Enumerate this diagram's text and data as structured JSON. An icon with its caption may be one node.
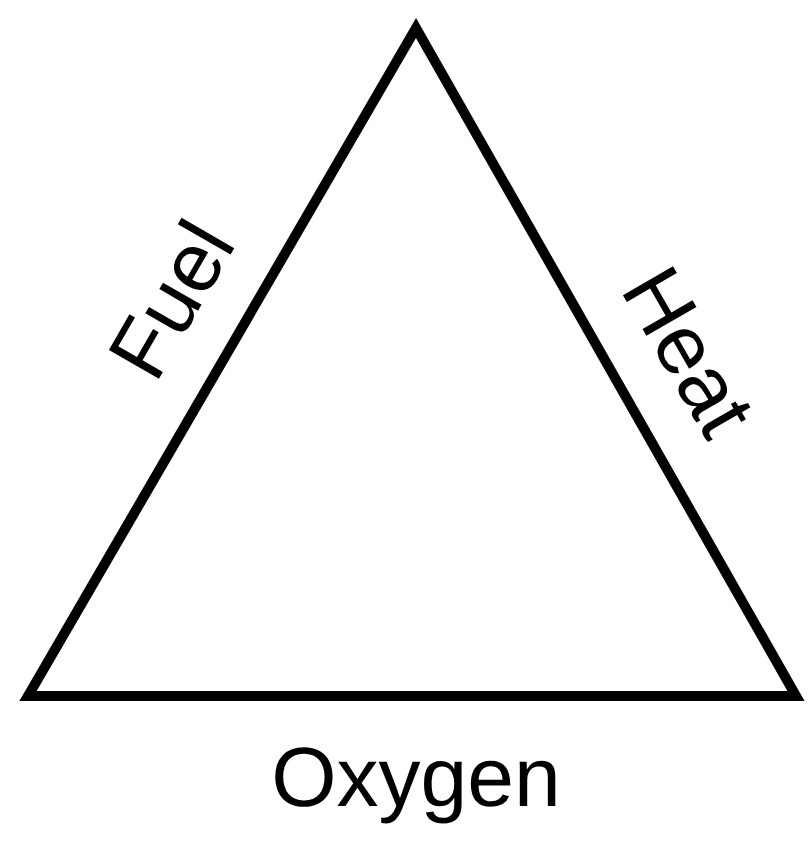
{
  "diagram": {
    "labels": [
      "Fuel",
      "Heat",
      "Oxygen"
    ]
  }
}
